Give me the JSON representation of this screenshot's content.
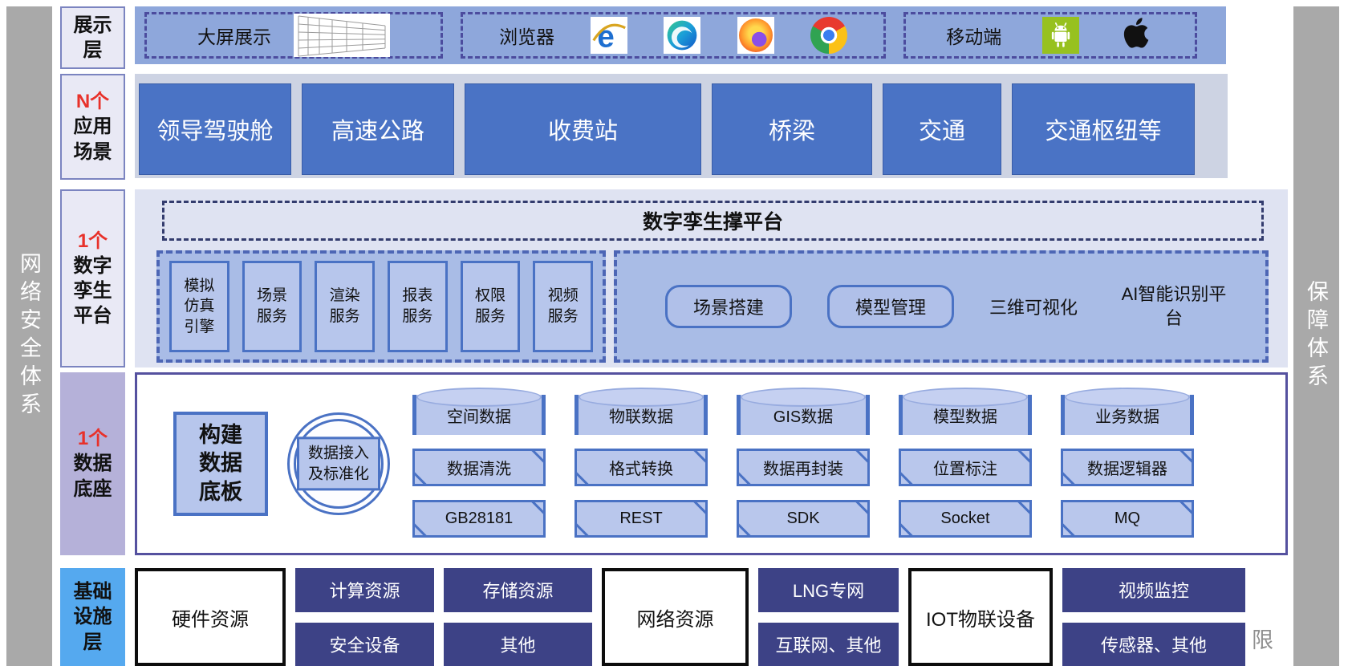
{
  "sidebars": {
    "left": "网络安全体系",
    "right": "保障体系"
  },
  "labels": {
    "display": "展示层",
    "scenarios_prefix": "N个",
    "scenarios": "应用场景",
    "platform_prefix": "1个",
    "platform": "数字孪生平台",
    "data_prefix": "1个",
    "data": "数据底座",
    "infra": "基础设施层"
  },
  "display_row": {
    "big_screen": "大屏展示",
    "browser": "浏览器",
    "mobile": "移动端"
  },
  "scenarios": {
    "items": [
      "领导驾驶舱",
      "高速公路",
      "收费站",
      "桥梁",
      "交通",
      "交通枢纽等"
    ]
  },
  "platform": {
    "title": "数字孪生撑平台",
    "services": [
      "模拟仿真引擎",
      "场景服务",
      "渲染服务",
      "报表服务",
      "权限服务",
      "视频服务"
    ],
    "pills": [
      "场景搭建",
      "模型管理"
    ],
    "plain": [
      "三维可视化",
      "AI智能识别平台"
    ]
  },
  "data_layer": {
    "main_box": "构建数据底板",
    "circle_label": "数据接入及标准化",
    "columns": [
      {
        "source": "空间数据",
        "process": "数据清洗",
        "interface": "GB28181"
      },
      {
        "source": "物联数据",
        "process": "格式转换",
        "interface": "REST"
      },
      {
        "source": "GIS数据",
        "process": "数据再封装",
        "interface": "SDK"
      },
      {
        "source": "模型数据",
        "process": "位置标注",
        "interface": "Socket"
      },
      {
        "source": "业务数据",
        "process": "数据逻辑器",
        "interface": "MQ"
      }
    ]
  },
  "infrastructure": {
    "hardware": "硬件资源",
    "network": "网络资源",
    "iot": "IOT物联设备",
    "stacks": [
      {
        "top": "计算资源",
        "bottom": "安全设备"
      },
      {
        "top": "存储资源",
        "bottom": "其他"
      },
      {
        "top": "LNG专网",
        "bottom": "互联网、其他"
      },
      {
        "top": "视频监控",
        "bottom": "传感器、其他"
      }
    ],
    "watermark": "限"
  },
  "colors": {
    "row1_strip": "#8ea7db",
    "scenario_box": "#4a73c5",
    "platform_container": "#dfe3f2",
    "platform_panel": "#a9bce6",
    "light_box": "#b7c6ec",
    "border_blue": "#4a72c4",
    "dash_navy": "#333c6e",
    "row4_border": "#55519f",
    "navy_box": "#3d4286",
    "label_light": "#e9e9f5",
    "label_purple": "#b5b1d9",
    "label_blue": "#55a9ef",
    "sidebar_gray": "#a9a9a9",
    "accent_red": "#e8312a"
  }
}
